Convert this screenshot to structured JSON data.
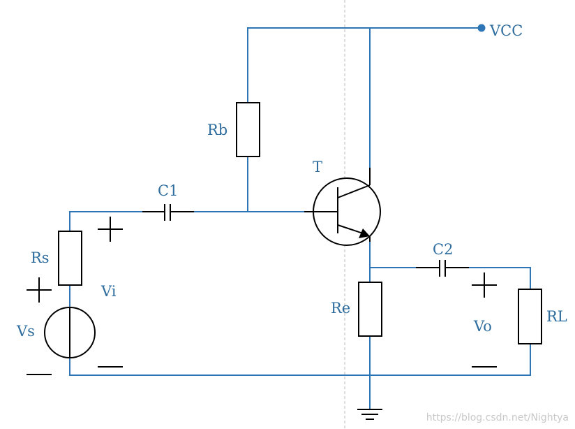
{
  "diagram": {
    "labels": {
      "vcc": "VCC",
      "rb": "Rb",
      "transistor": "T",
      "c1": "C1",
      "rs": "Rs",
      "vi": "Vi",
      "vs": "Vs",
      "c2": "C2",
      "re": "Re",
      "vo": "Vo",
      "rl": "RL"
    },
    "watermark": "https://blog.csdn.net/Nightya",
    "colors": {
      "wire": "#2e75b6",
      "component": "#000000",
      "label": "#2e6d9e",
      "background": "#ffffff"
    }
  }
}
